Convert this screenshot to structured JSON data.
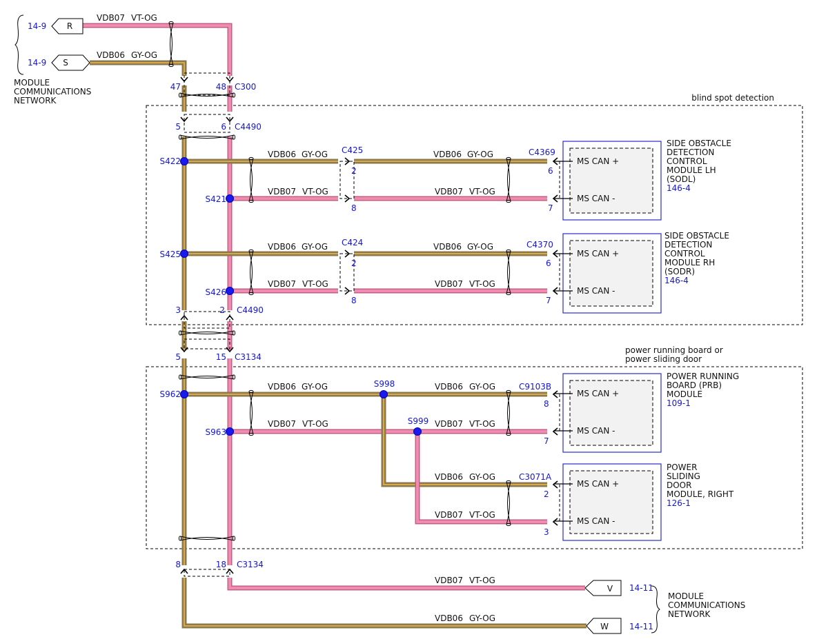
{
  "colors": {
    "vt_og_wire": "#f08cb4",
    "gy_og_wire": "#8a7a4e",
    "wire_core": "#d9a94a",
    "splice": "#1a1aee",
    "module_border": "#2a2acc",
    "link_text": "#1515d6",
    "module_fill": "#f2f2f2"
  },
  "wires": {
    "vdb07": {
      "code": "VDB07",
      "color": "VT-OG"
    },
    "vdb06": {
      "code": "VDB06",
      "color": "GY-OG"
    }
  },
  "top": {
    "ref_r": "14-9",
    "conn_r": "R",
    "ref_s": "14-9",
    "conn_s": "S",
    "network_label": [
      "MODULE",
      "COMMUNICATIONS",
      "NETWORK"
    ]
  },
  "connectors": {
    "c300": {
      "name": "C300",
      "pin_a": "47",
      "pin_b": "48"
    },
    "c4490_top": {
      "name": "C4490",
      "pin_a": "5",
      "pin_b": "6"
    },
    "c4490_bot": {
      "name": "C4490",
      "pin_a": "3",
      "pin_b": "2"
    },
    "c3134_top": {
      "name": "C3134",
      "pin_a": "5",
      "pin_b": "15"
    },
    "c3134_bot": {
      "name": "C3134",
      "pin_a": "8",
      "pin_b": "18"
    }
  },
  "zones": {
    "blind_spot": "blind spot detection",
    "power_running": [
      "power running board or",
      "power sliding door"
    ]
  },
  "splices": [
    "S422",
    "S421",
    "S425",
    "S426",
    "S962",
    "S963",
    "S998",
    "S999"
  ],
  "modules": [
    {
      "id": "sodl",
      "conn_in": "C425",
      "pin_in_a": "2",
      "pin_in_b": "8",
      "conn": "C4369",
      "pin_plus": "6",
      "pin_minus": "7",
      "title": [
        "SIDE OBSTACLE",
        "DETECTION",
        "CONTROL",
        "MODULE LH",
        "(SODL)"
      ],
      "ref": "146-4",
      "can_plus": "MS CAN +",
      "can_minus": "MS CAN -"
    },
    {
      "id": "sodr",
      "conn_in": "C424",
      "pin_in_a": "2",
      "pin_in_b": "8",
      "conn": "C4370",
      "pin_plus": "6",
      "pin_minus": "7",
      "title": [
        "SIDE OBSTACLE",
        "DETECTION",
        "CONTROL",
        "MODULE RH",
        "(SODR)"
      ],
      "ref": "146-4",
      "can_plus": "MS CAN +",
      "can_minus": "MS CAN -"
    },
    {
      "id": "prb",
      "conn": "C9103B",
      "pin_plus": "8",
      "pin_minus": "7",
      "title": [
        "POWER RUNNING",
        "BOARD (PRB)",
        "MODULE"
      ],
      "ref": "109-1",
      "can_plus": "MS CAN +",
      "can_minus": "MS CAN -"
    },
    {
      "id": "psd",
      "conn": "C3071A",
      "pin_plus": "2",
      "pin_minus": "3",
      "title": [
        "POWER",
        "SLIDING",
        "DOOR",
        "MODULE, RIGHT"
      ],
      "ref": "126-1",
      "can_plus": "MS CAN +",
      "can_minus": "MS CAN -"
    }
  ],
  "bottom": {
    "ref_v": "14-11",
    "conn_v": "V",
    "ref_w": "14-11",
    "conn_w": "W",
    "network_label": [
      "MODULE",
      "COMMUNICATIONS",
      "NETWORK"
    ]
  }
}
